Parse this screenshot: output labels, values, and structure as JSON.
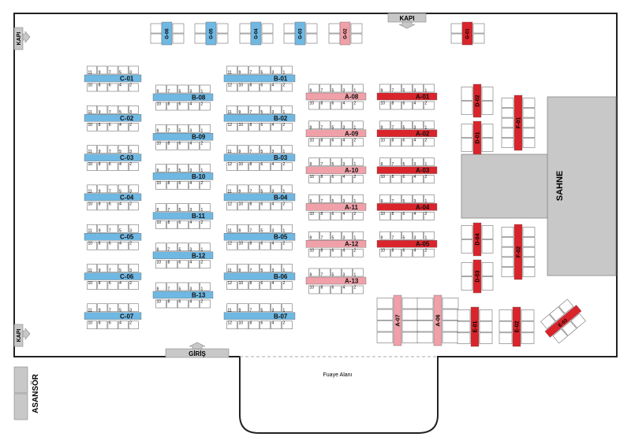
{
  "doors": {
    "top": "KAPI",
    "left_top": "KAPI",
    "left_bottom": "KAPI",
    "entrance": "GİRİŞ"
  },
  "stage": "SAHNE",
  "elevator": "ASANSÖR",
  "foyer": "Fuaye Alanı",
  "colors": {
    "blue": "#6fb8e3",
    "pink": "#f0a0a8",
    "red": "#d9242b",
    "gray": "#c8c8c8"
  },
  "seat_numbers": {
    "top_row_9": [
      "9",
      "7",
      "5",
      "3",
      "1"
    ],
    "bottom_row_10": [
      "10",
      "8",
      "6",
      "4",
      "2"
    ],
    "top_row_11": [
      "11",
      "9",
      "7",
      "5",
      "3",
      "1"
    ],
    "bottom_row_12": [
      "12",
      "10",
      "8",
      "6",
      "4",
      "2"
    ],
    "top_row_11_c": [
      "11",
      "9",
      "7",
      "5",
      "3"
    ],
    "bottom_row_c": [
      "10",
      "8",
      "6",
      "4",
      "2"
    ]
  },
  "tables": {
    "C": [
      "C-01",
      "C-02",
      "C-03",
      "C-04",
      "C-05",
      "C-06",
      "C-07"
    ],
    "B_left": [
      "B-08",
      "B-09",
      "B-10",
      "B-11",
      "B-12",
      "B-13"
    ],
    "B_right": [
      "B-01",
      "B-02",
      "B-03",
      "B-04",
      "B-05",
      "B-06",
      "B-07"
    ],
    "A_pink": [
      "A-08",
      "A-09",
      "A-10",
      "A-11",
      "A-12",
      "A-13"
    ],
    "A_red": [
      "A-01",
      "A-02",
      "A-03",
      "A-04",
      "A-05"
    ],
    "A_vertical": [
      "A-07",
      "A-06"
    ],
    "G": [
      "G-06",
      "G-05",
      "G-04",
      "G-03",
      "G-02",
      "G-01"
    ],
    "D": [
      "D-02",
      "D-01",
      "D-04",
      "D-03"
    ],
    "E": [
      "E-01",
      "E-02",
      "E-03"
    ],
    "F": [
      "F-01",
      "F-02"
    ]
  }
}
